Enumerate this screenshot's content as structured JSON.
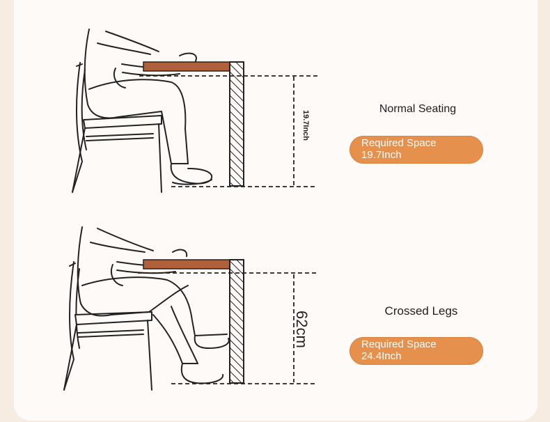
{
  "panels": [
    {
      "caption": "Normal Seating",
      "badge_title": "Required Space",
      "badge_value": "19.7Inch",
      "dimension_label": "19.7Inch"
    },
    {
      "caption": "Crossed Legs",
      "badge_title": "Required Space",
      "badge_value": "24.4Inch",
      "dimension_label": "62cm"
    }
  ],
  "colors": {
    "accent": "#e5914d",
    "tabletop": "#b0603a",
    "line": "#222222",
    "background": "#fefaf7"
  }
}
